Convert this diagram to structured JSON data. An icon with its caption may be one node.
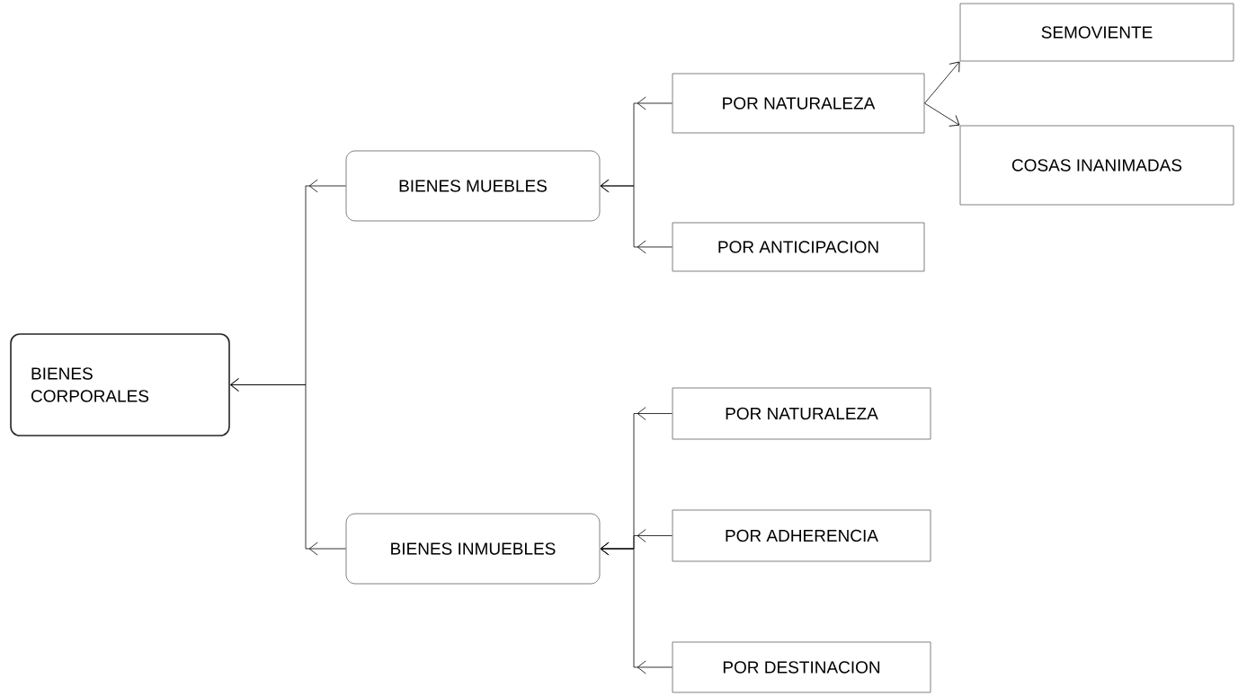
{
  "diagram": {
    "nodes": [
      {
        "text": [
          "BIENES CORPORALES"
        ]
      },
      {
        "text": [
          "BIENES MUEBLES"
        ]
      },
      {
        "text": [
          "BIENES INMUEBLES"
        ]
      },
      {
        "text": [
          "POR NATURALEZA"
        ]
      },
      {
        "text": [
          "SEMOVIENTE"
        ]
      },
      {
        "text": [
          "COSAS INANIMADAS"
        ]
      },
      {
        "text": [
          "POR ANTICIPACION"
        ]
      },
      {
        "text": [
          "POR NATURALEZA"
        ]
      },
      {
        "text": [
          "POR ADHERENCIA"
        ]
      },
      {
        "text": [
          "POR DESTINACION"
        ]
      }
    ],
    "edges": [
      {
        "from": 1,
        "to": 0,
        "arrow": "to"
      },
      {
        "from": 2,
        "to": 0,
        "arrow": "to"
      },
      {
        "from": 3,
        "to": 1,
        "arrow": "to"
      },
      {
        "from": 6,
        "to": 1,
        "arrow": "to"
      },
      {
        "from": 3,
        "to": 4,
        "arrow": "to"
      },
      {
        "from": 3,
        "to": 5,
        "arrow": "to"
      },
      {
        "from": 7,
        "to": 2,
        "arrow": "to"
      },
      {
        "from": 8,
        "to": 2,
        "arrow": "to"
      },
      {
        "from": 9,
        "to": 2,
        "arrow": "to"
      }
    ]
  }
}
